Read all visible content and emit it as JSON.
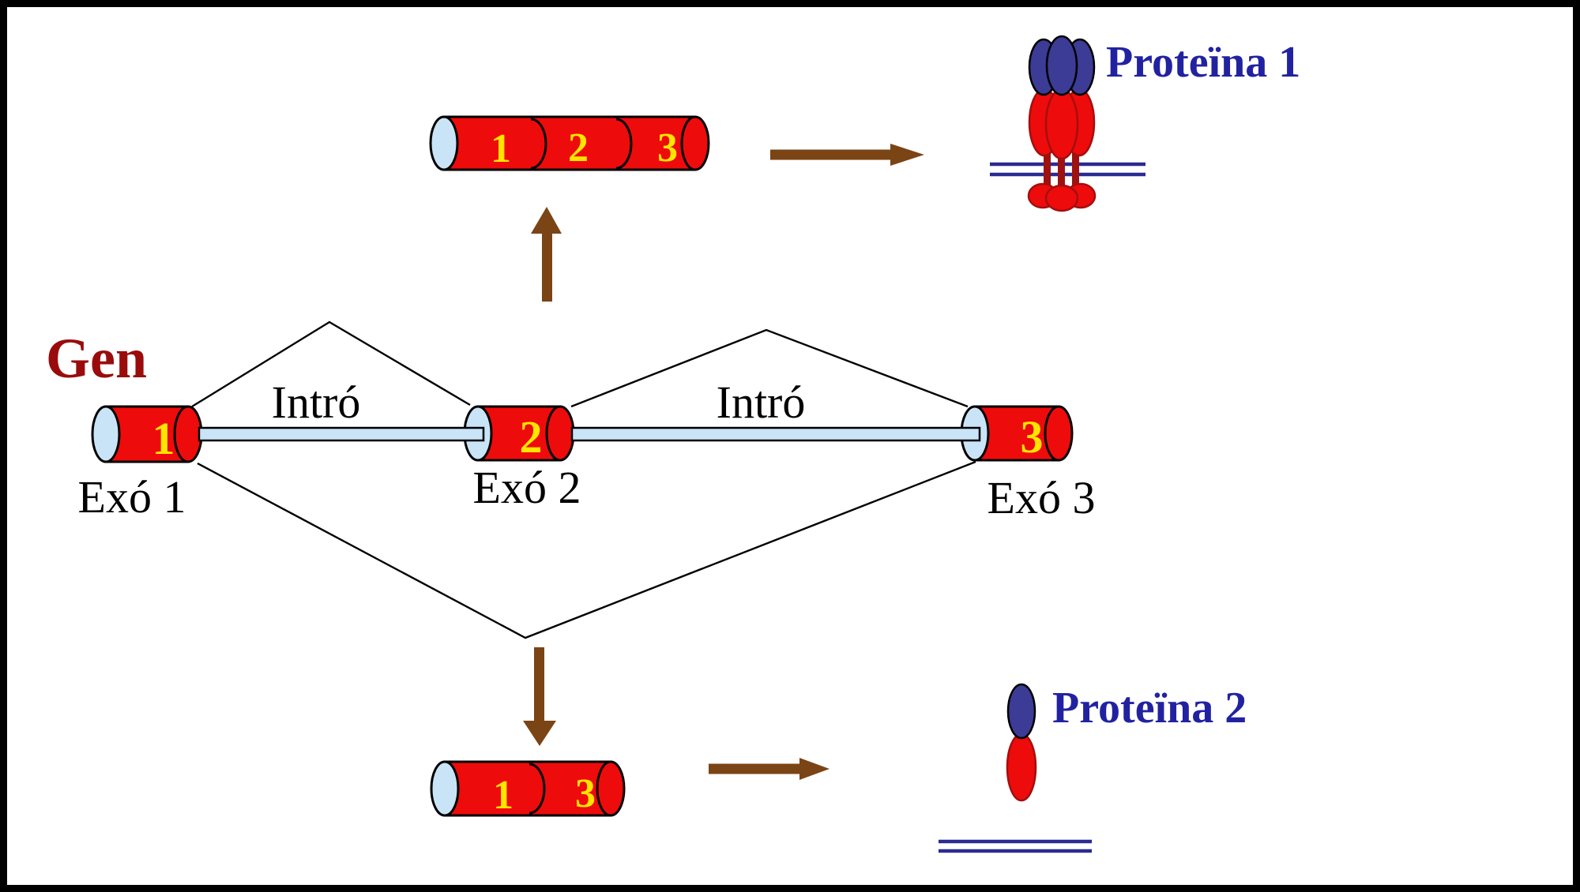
{
  "colors": {
    "red": "#EE0B0B",
    "lightblue": "#C9E4F7",
    "yellow": "#FFE500",
    "brown": "#7B4415",
    "navyFill": "#3C3B96",
    "navyText": "#2222A1",
    "membrane": "#2B2B91",
    "stalkRed": "#9E1111",
    "redOutline": "#A50E0E",
    "genRed": "#9A0C0C",
    "black": "#000000",
    "background": "#FFFFFF"
  },
  "gene": {
    "label": "Gen",
    "exons": [
      {
        "number": "1",
        "label": "Exó 1"
      },
      {
        "number": "2",
        "label": "Exó 2"
      },
      {
        "number": "3",
        "label": "Exó 3"
      }
    ],
    "introns": [
      {
        "label": "Intró"
      },
      {
        "label": "Intró"
      }
    ]
  },
  "mrna_top": {
    "segments": [
      "1",
      "2",
      "3"
    ]
  },
  "mrna_bottom": {
    "segments": [
      "1",
      "3"
    ]
  },
  "proteins": [
    {
      "label": "Proteïna 1"
    },
    {
      "label": "Proteïna 2"
    }
  ]
}
